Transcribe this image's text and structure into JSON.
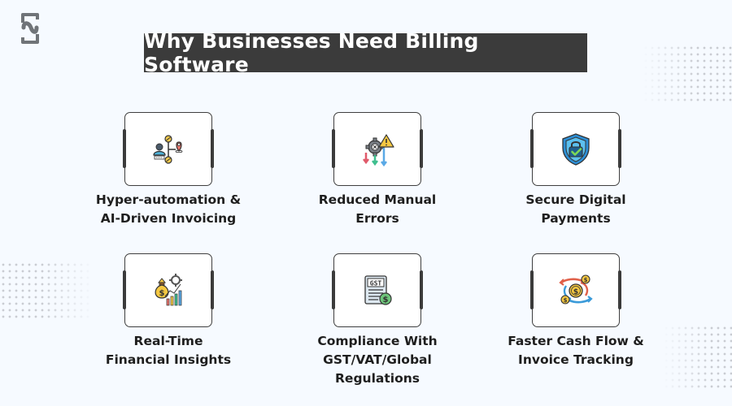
{
  "header": {
    "title": "Why Businesses Need Billing Software",
    "logo_icon": "n-logo-icon"
  },
  "colors": {
    "background": "#f6faff",
    "title_bar": "#3b3b3b",
    "title_text": "#ffffff",
    "card_border": "#3f3f3f",
    "label_text": "#1e1e1e"
  },
  "features": [
    {
      "line1": "Hyper-automation &",
      "line2": "AI-Driven Invoicing",
      "icon": "ai-automation-icon"
    },
    {
      "line1": "Reduced Manual",
      "line2": "Errors",
      "icon": "error-reduction-icon"
    },
    {
      "line1": "Secure Digital",
      "line2": "Payments",
      "icon": "security-shield-icon"
    },
    {
      "line1": "Real-Time",
      "line2": "Financial Insights",
      "icon": "financial-insights-icon"
    },
    {
      "line1": "Compliance With",
      "line2": "GST/VAT/Global Regulations",
      "icon": "gst-document-icon",
      "icon_text": "GST"
    },
    {
      "line1": "Faster Cash Flow &",
      "line2": "Invoice Tracking",
      "icon": "cash-flow-icon"
    }
  ]
}
